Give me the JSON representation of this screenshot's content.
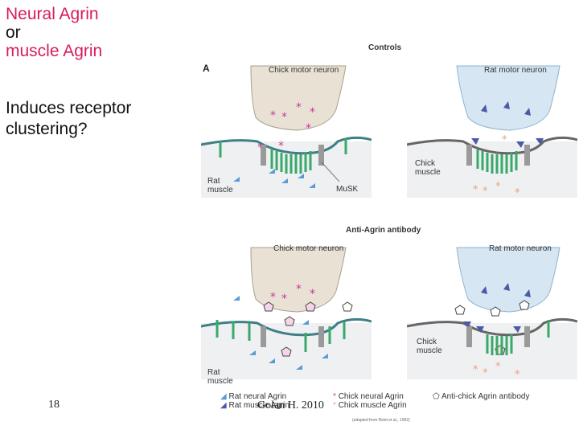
{
  "slide": {
    "title_line1": "Neural Agrin",
    "title_line2": "or",
    "title_line3": "muscle Agrin",
    "question_line1": "Induces receptor",
    "question_line2": "clustering?",
    "slide_number": "18",
    "credit": "Golan H. 2010"
  },
  "figure": {
    "panel_letter": "A",
    "section_controls": "Controls",
    "section_anti": "Anti-Agrin antibody",
    "chick_motor_neuron": "Chick motor neuron",
    "rat_motor_neuron": "Rat motor neuron",
    "rat_muscle_line1": "Rat",
    "rat_muscle_line2": "muscle",
    "chick_muscle_line1": "Chick",
    "chick_muscle_line2": "muscle",
    "musk": "MuSK",
    "legend": {
      "rat_neural_agrin": "Rat neural Agrin",
      "rat_muscle_agrin": "Rat muscle Agrin",
      "chick_neural_agrin": "Chick neural Agrin",
      "chick_muscle_agrin": "Chick muscle Agrin",
      "antibody": "Anti-chick Agrin antibody"
    },
    "source_note": "(adapted from Reist et al., 1992)",
    "colors": {
      "chick_neuron_fill": "#e8e1d4",
      "rat_neuron_fill": "#d6e6f3",
      "chick_muscle_bg": "#eef0f1",
      "membrane": "#3f7f86",
      "receptor": "#3aa86b",
      "rat_neural_agrin": "#5b9bd5",
      "chick_neural_agrin": "#c43a9a",
      "chick_muscle_agrin": "#f0a080"
    }
  }
}
